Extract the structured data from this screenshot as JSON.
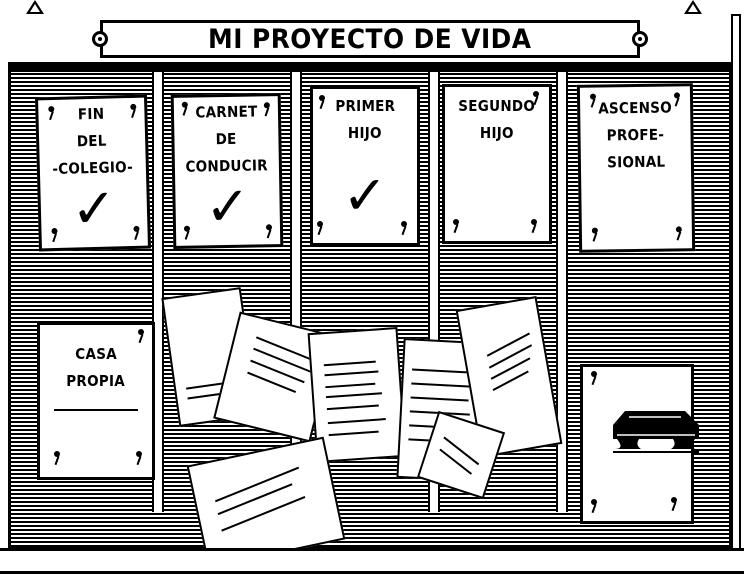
{
  "title": "MI PROYECTO DE VIDA",
  "colors": {
    "ink": "#000000",
    "paper": "#ffffff"
  },
  "cards": [
    {
      "id": "fin-del-colegio",
      "lines": [
        "FIN",
        "DEL",
        "-COLEGIO-"
      ],
      "status": "checked",
      "mark": "✓"
    },
    {
      "id": "carnet-de-conducir",
      "lines": [
        "CARNET",
        "DE",
        "CONDUCIR"
      ],
      "status": "checked",
      "mark": "✓"
    },
    {
      "id": "primer-hijo",
      "lines": [
        "PRIMER",
        "HIJO"
      ],
      "status": "checked",
      "mark": "✓"
    },
    {
      "id": "segundo-hijo",
      "lines": [
        "SEGUNDO",
        "HIJO"
      ],
      "status": "unchecked"
    },
    {
      "id": "ascenso-profesional",
      "lines": [
        "ASCENSO",
        "PROFE-",
        "SIONAL"
      ],
      "status": "unchecked"
    },
    {
      "id": "casa-propia",
      "lines": [
        "CASA",
        "PROPIA"
      ],
      "status": "unchecked"
    },
    {
      "id": "coffin",
      "lines": [],
      "icon": "coffin-icon"
    }
  ],
  "scattered_papers": {
    "count": 7,
    "description": "crumpled, torn notes with illegible text lines"
  }
}
